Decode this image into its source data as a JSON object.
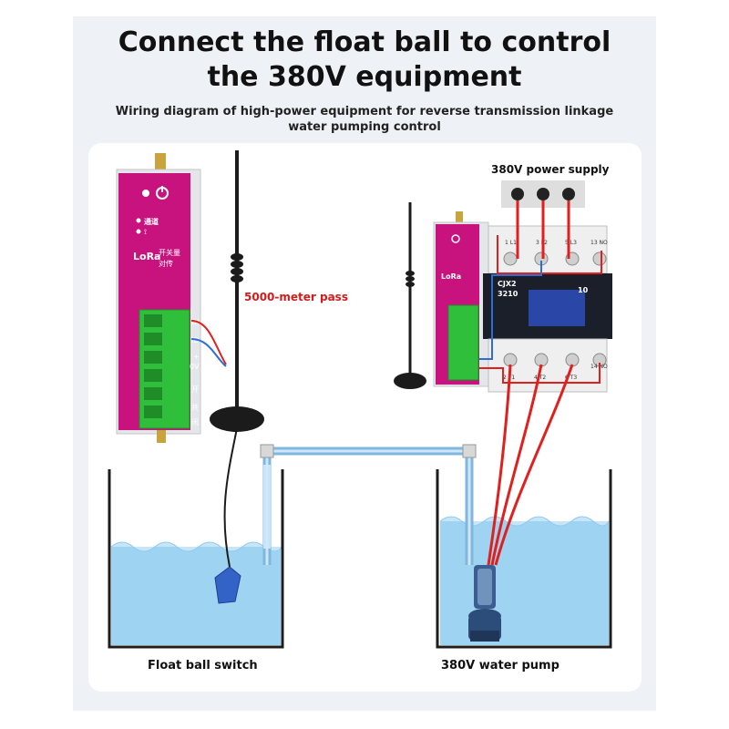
{
  "title_line1": "Connect the float ball to control",
  "title_line2": "the 380V equipment",
  "subtitle_line1": "Wiring diagram of high-power equipment for reverse transmission linkage",
  "subtitle_line2": "water pumping control",
  "labels": {
    "power_supply": "380V power supply",
    "pass_distance": "5000-meter pass",
    "float_switch": "Float ball switch",
    "water_pump": "380V water pump"
  },
  "device": {
    "brand": "LoRa",
    "desc1": "开关量",
    "desc2": "对传",
    "channel": "通道",
    "terminals": [
      "DI",
      "ID",
      "+",
      "0V",
      "开",
      "共",
      "闭"
    ]
  },
  "contactor": {
    "model1": "CJX2",
    "model2": "3210",
    "rating": "10",
    "top_terminals": [
      "1 L1",
      "3 L2",
      "5 L3",
      "13 NO"
    ],
    "bottom_terminals": [
      "2 T1",
      "4 T2",
      "6 T3",
      "14 NO"
    ]
  },
  "colors": {
    "device": "#c8127e",
    "terminal": "#2fbf3a",
    "water": "#9fd3f2",
    "wire_red": "#e0201e",
    "wire_blue": "#2b6fd6",
    "contactor_blue": "#2a46a6"
  }
}
